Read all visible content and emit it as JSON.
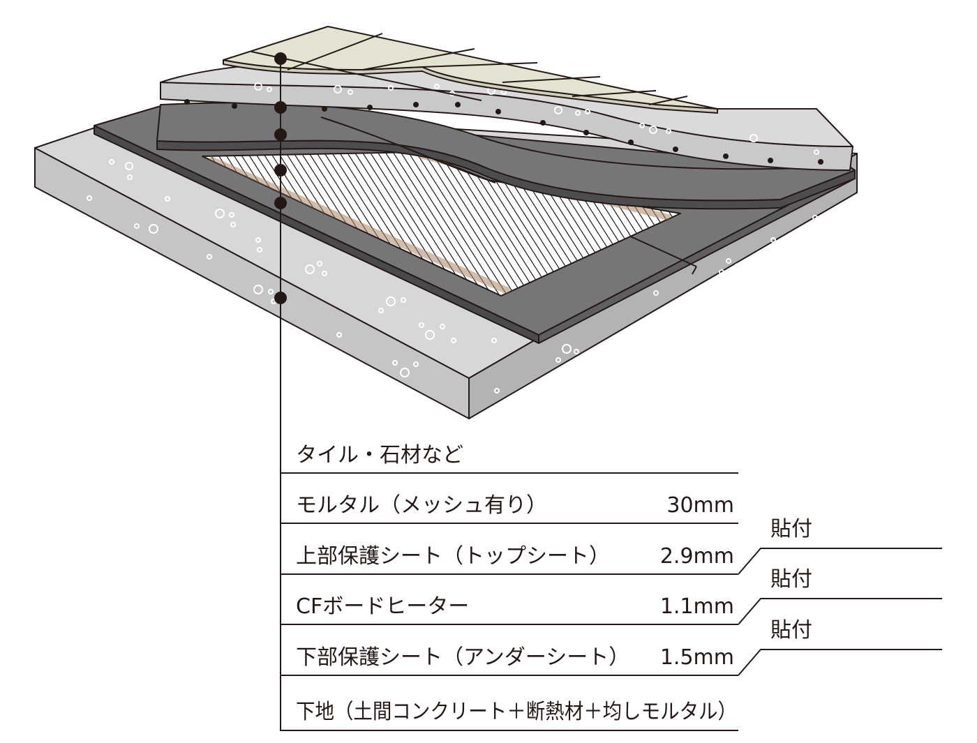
{
  "layers": [
    {
      "label": "タイル・石材など",
      "thickness": ""
    },
    {
      "label": "モルタル（メッシュ有り）",
      "thickness": "30mm"
    },
    {
      "label": "上部保護シート（トップシート）",
      "thickness": "2.9mm"
    },
    {
      "label": "CFボードヒーター",
      "thickness": "1.1mm"
    },
    {
      "label": "下部保護シート（アンダーシート）",
      "thickness": "1.5mm"
    },
    {
      "label": "下地（土間コンクリート＋断熱材＋均しモルタル）",
      "thickness": ""
    }
  ],
  "joints": [
    {
      "label": "貼付"
    },
    {
      "label": "貼付"
    },
    {
      "label": "貼付"
    }
  ],
  "colors": {
    "tile": "#e4e3d1",
    "mortar": "#d9d9db",
    "protective_sheet": "#737275",
    "heater_stripe": "#a9876a",
    "line": "#231815"
  }
}
